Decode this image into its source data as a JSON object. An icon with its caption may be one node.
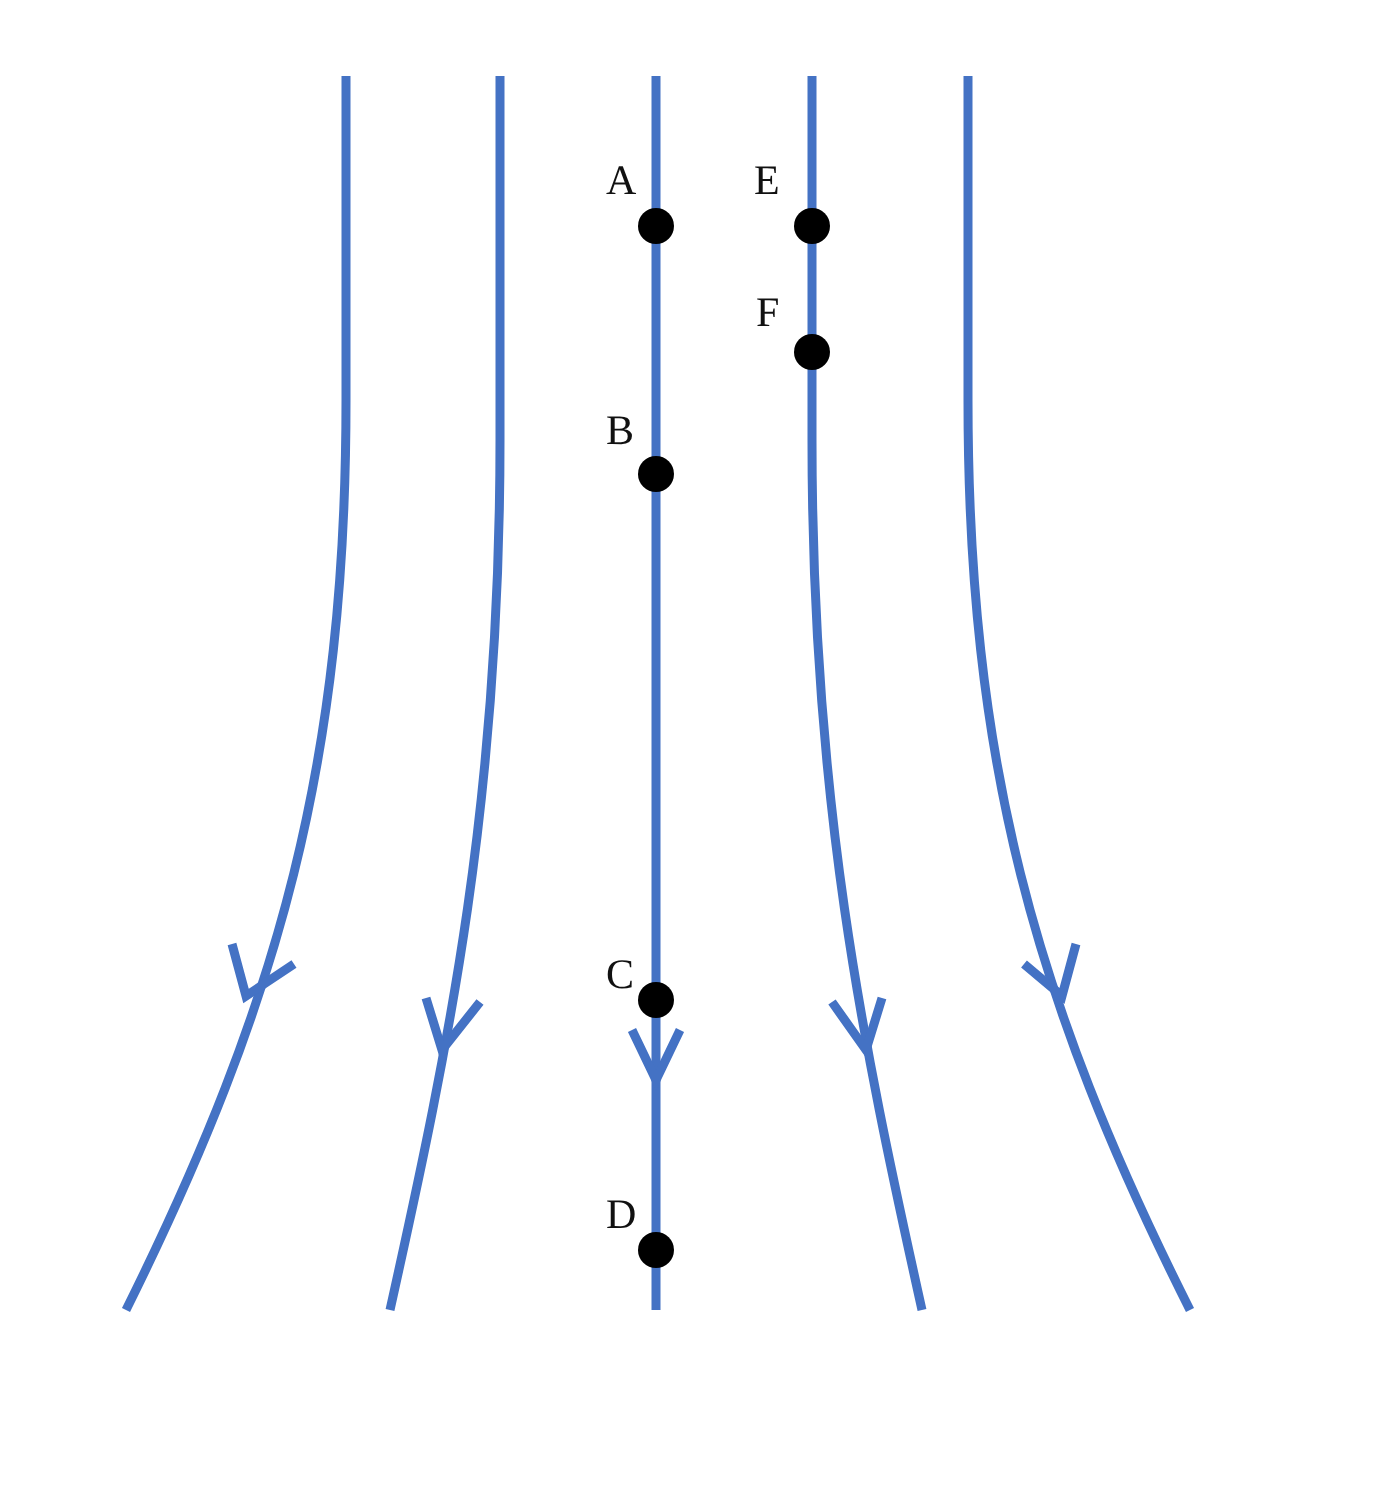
{
  "diagram": {
    "labels": [
      "A",
      "E",
      "F",
      "B",
      "C",
      "D"
    ]
  }
}
